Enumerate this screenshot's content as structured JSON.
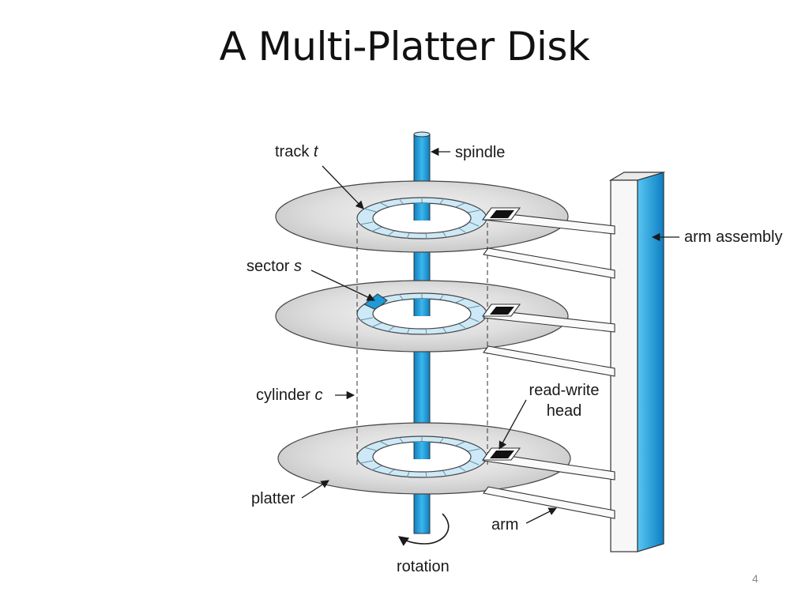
{
  "slide": {
    "title": "A Multi-Platter Disk",
    "page_number": "4"
  },
  "diagram": {
    "labels": {
      "track_prefix": "track ",
      "track_var": "t",
      "spindle": "spindle",
      "arm_assembly": "arm assembly",
      "sector_prefix": "sector ",
      "sector_var": "s",
      "cylinder_prefix": "cylinder ",
      "cylinder_var": "c",
      "read_write_line1": "read-write",
      "read_write_line2": "head",
      "platter": "platter",
      "arm": "arm",
      "rotation": "rotation"
    },
    "colors": {
      "spindle_blue": "#29a8e0",
      "track_fill": "#cde9f7",
      "sector_highlight": "#1e9ad6",
      "platter_gray": "#d8d8d8",
      "head_black": "#111111"
    }
  }
}
